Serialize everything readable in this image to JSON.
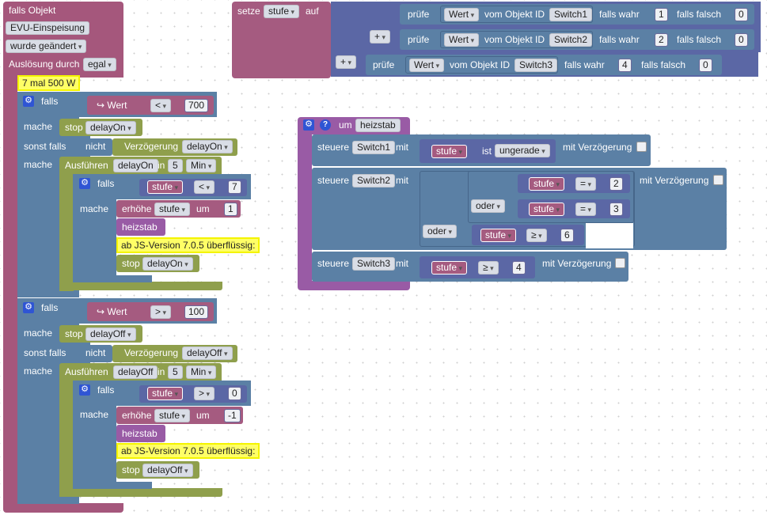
{
  "trigger": {
    "label": "falls Objekt",
    "object": "EVU-Einspeisung",
    "condition": "wurde geändert",
    "trigger_label": "Auslösung durch",
    "trigger_value": "egal",
    "comment": "7 mal 500 W"
  },
  "if1": {
    "falls": "falls",
    "wert": "↪ Wert",
    "op": "<",
    "value": "700",
    "mache": "mache",
    "stop": "stop",
    "stop_timer": "delayOn",
    "sonst_falls": "sonst falls",
    "nicht": "nicht",
    "verz": "Verzögerung",
    "verz_timer": "delayOn",
    "mache2": "mache",
    "ausfuehren": "Ausführen",
    "timer": "delayOn",
    "in": "in",
    "time": "5",
    "unit": "Min",
    "inner_falls": "falls",
    "var": "stufe",
    "inner_op": "<",
    "inner_value": "7",
    "inner_mache": "mache",
    "erhoehe": "erhöhe",
    "erhoehe_var": "stufe",
    "um": "um",
    "um_value": "1",
    "func": "heizstab",
    "comment": "ab JS-Version 7.0.5 überflüssig:",
    "stop2": "stop",
    "stop2_timer": "delayOn"
  },
  "if2": {
    "falls": "falls",
    "wert": "↪ Wert",
    "op": ">",
    "value": "100",
    "mache": "mache",
    "stop": "stop",
    "stop_timer": "delayOff",
    "sonst_falls": "sonst falls",
    "nicht": "nicht",
    "verz": "Verzögerung",
    "verz_timer": "delayOff",
    "mache2": "mache",
    "ausfuehren": "Ausführen",
    "timer": "delayOff",
    "in": "in",
    "time": "5",
    "unit": "Min",
    "inner_falls": "falls",
    "var": "stufe",
    "inner_op": ">",
    "inner_value": "0",
    "inner_mache": "mache",
    "erhoehe": "erhöhe",
    "erhoehe_var": "stufe",
    "um": "um",
    "um_value": "-1",
    "func": "heizstab",
    "comment": "ab JS-Version 7.0.5 überflüssig:",
    "stop2": "stop",
    "stop2_timer": "delayOff"
  },
  "setze": {
    "label": "setze",
    "var": "stufe",
    "auf": "auf",
    "rows": [
      {
        "pruefe": "prüfe",
        "wert": "Wert",
        "vom": "vom Objekt ID",
        "id": "Switch1",
        "wahr": "falls wahr",
        "wahr_val": "1",
        "falsch": "falls falsch",
        "falsch_val": "0"
      },
      {
        "pruefe": "prüfe",
        "wert": "Wert",
        "vom": "vom Objekt ID",
        "id": "Switch2",
        "wahr": "falls wahr",
        "wahr_val": "2",
        "falsch": "falls falsch",
        "falsch_val": "0"
      },
      {
        "pruefe": "prüfe",
        "wert": "Wert",
        "vom": "vom Objekt ID",
        "id": "Switch3",
        "wahr": "falls wahr",
        "wahr_val": "4",
        "falsch": "falls falsch",
        "falsch_val": "0"
      }
    ],
    "plus": "+"
  },
  "func": {
    "um": "um",
    "name": "heizstab",
    "s1": {
      "steuere": "steuere",
      "id": "Switch1",
      "mit": "mit",
      "var": "stufe",
      "ist": "ist",
      "cond": "ungerade",
      "verz": "mit Verzögerung"
    },
    "s2": {
      "steuere": "steuere",
      "id": "Switch2",
      "mit": "mit",
      "a_var": "stufe",
      "a_op": "=",
      "a_val": "2",
      "oder1": "oder",
      "b_var": "stufe",
      "b_op": "=",
      "b_val": "3",
      "oder2": "oder",
      "c_var": "stufe",
      "c_op": "≥",
      "c_val": "6",
      "verz": "mit Verzögerung"
    },
    "s3": {
      "steuere": "steuere",
      "id": "Switch3",
      "mit": "mit",
      "var": "stufe",
      "op": "≥",
      "val": "4",
      "verz": "mit Verzögerung"
    }
  },
  "icons": {
    "gear": "⚙",
    "help": "?"
  },
  "colors": {
    "trigger": "#a5577c",
    "control": "#5b80a5",
    "timer": "#8f9f4c",
    "variable": "#a55b80",
    "function": "#995ba5",
    "math": "#5b67a5",
    "comment": "#ffff66"
  }
}
